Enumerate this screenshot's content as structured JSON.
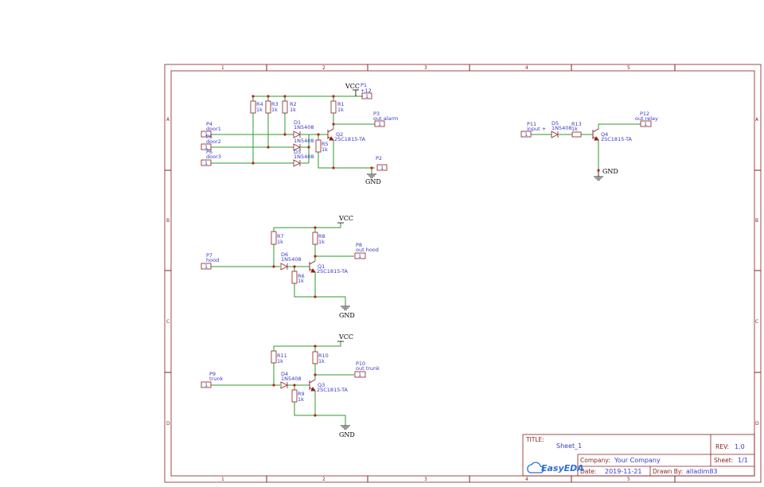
{
  "frame": {
    "col_labels": [
      "1",
      "2",
      "3",
      "4",
      "5"
    ],
    "row_labels": [
      "A",
      "B",
      "C",
      "D"
    ]
  },
  "title_block": {
    "title_label": "TITLE:",
    "title_value": "Sheet_1",
    "rev_label": "REV:",
    "rev_value": "1.0",
    "company_label": "Company:",
    "company_value": "Your Company",
    "sheet_label": "Sheet:",
    "sheet_value": "1/1",
    "date_label": "Date:",
    "date_value": "2019-11-21",
    "drawn_label": "Drawn By:",
    "drawn_value": "alladim83",
    "logo_text": "EasyEDA"
  },
  "nets": {
    "vcc": "VCC",
    "gnd": "GND"
  },
  "connectors": {
    "p1": {
      "ref": "P1",
      "name": "+12"
    },
    "p2": {
      "ref": "P2",
      "name": ""
    },
    "p3": {
      "ref": "P3",
      "name": "out alarm"
    },
    "p4": {
      "ref": "P4",
      "name": "door1"
    },
    "p5": {
      "ref": "P5",
      "name": "door2"
    },
    "p6": {
      "ref": "P6",
      "name": "door3"
    },
    "p7": {
      "ref": "P7",
      "name": "hood"
    },
    "p8": {
      "ref": "P8",
      "name": "out hood"
    },
    "p9": {
      "ref": "P9",
      "name": "trunk"
    },
    "p10": {
      "ref": "P10",
      "name": "out trunk"
    },
    "p11": {
      "ref": "P11",
      "name": "input +"
    },
    "p12": {
      "ref": "P12",
      "name": "out relay"
    },
    "pin": "1"
  },
  "resistors": {
    "r1": {
      "ref": "R1",
      "value": "1k"
    },
    "r2": {
      "ref": "R2",
      "value": "1k"
    },
    "r3": {
      "ref": "R3",
      "value": "1k"
    },
    "r4": {
      "ref": "R4",
      "value": "1k"
    },
    "r5": {
      "ref": "R5",
      "value": "1k"
    },
    "r6": {
      "ref": "R6",
      "value": "1k"
    },
    "r7": {
      "ref": "R7",
      "value": "1k"
    },
    "r8": {
      "ref": "R8",
      "value": "1k"
    },
    "r9": {
      "ref": "R9",
      "value": "1k"
    },
    "r10": {
      "ref": "R10",
      "value": "1k"
    },
    "r11": {
      "ref": "R11",
      "value": "1k"
    },
    "r13": {
      "ref": "R13",
      "value": "1k"
    }
  },
  "diodes": {
    "d1": {
      "ref": "D1",
      "value": "1N5408"
    },
    "d2": {
      "ref": "D2",
      "value": "1N5408"
    },
    "d3": {
      "ref": "D3",
      "value": "1N5408"
    },
    "d4": {
      "ref": "D4",
      "value": "1N5408"
    },
    "d5": {
      "ref": "D5",
      "value": "1N5408"
    },
    "d6": {
      "ref": "D6",
      "value": "1N5408"
    }
  },
  "transistors": {
    "q1": {
      "ref": "Q1",
      "value": "2SC1815-TA"
    },
    "q2": {
      "ref": "Q2",
      "value": "2SC1815-TA"
    },
    "q3": {
      "ref": "Q3",
      "value": "2SC1815-TA"
    },
    "q4": {
      "ref": "Q4",
      "value": "2SC1815-TA"
    }
  },
  "colors": {
    "frame": "#8a1f1f",
    "wire": "#2e9b2e",
    "component": "#8a1f1f",
    "label": "#3a3acb",
    "junction": "#c41e1e",
    "logo": "#2f6fd6"
  }
}
